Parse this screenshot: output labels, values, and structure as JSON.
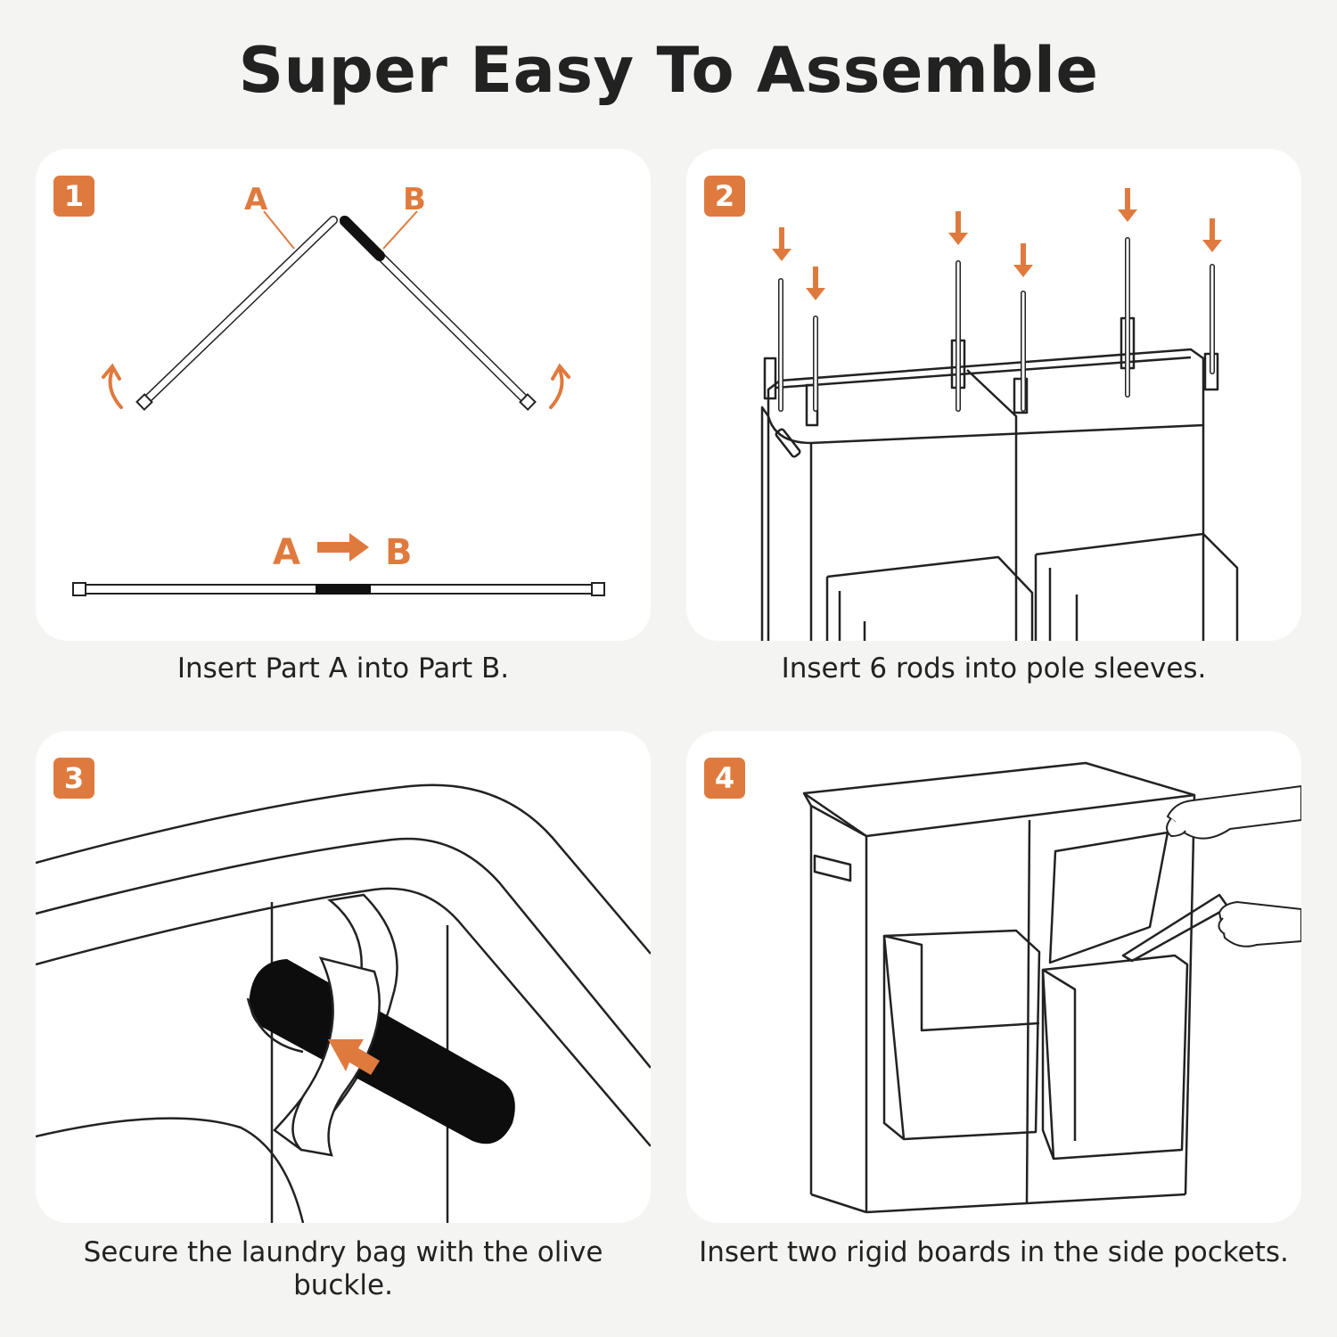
{
  "title": "Super Easy To Assemble",
  "accent_color": "#df7a3e",
  "steps": [
    {
      "number": "1",
      "caption": "Insert Part A into Part B.",
      "labels": {
        "a": "A",
        "b": "B"
      }
    },
    {
      "number": "2",
      "caption": "Insert 6 rods into pole sleeves."
    },
    {
      "number": "3",
      "caption": "Secure the laundry bag with the olive buckle."
    },
    {
      "number": "4",
      "caption": "Insert two rigid boards in the side pockets."
    }
  ]
}
